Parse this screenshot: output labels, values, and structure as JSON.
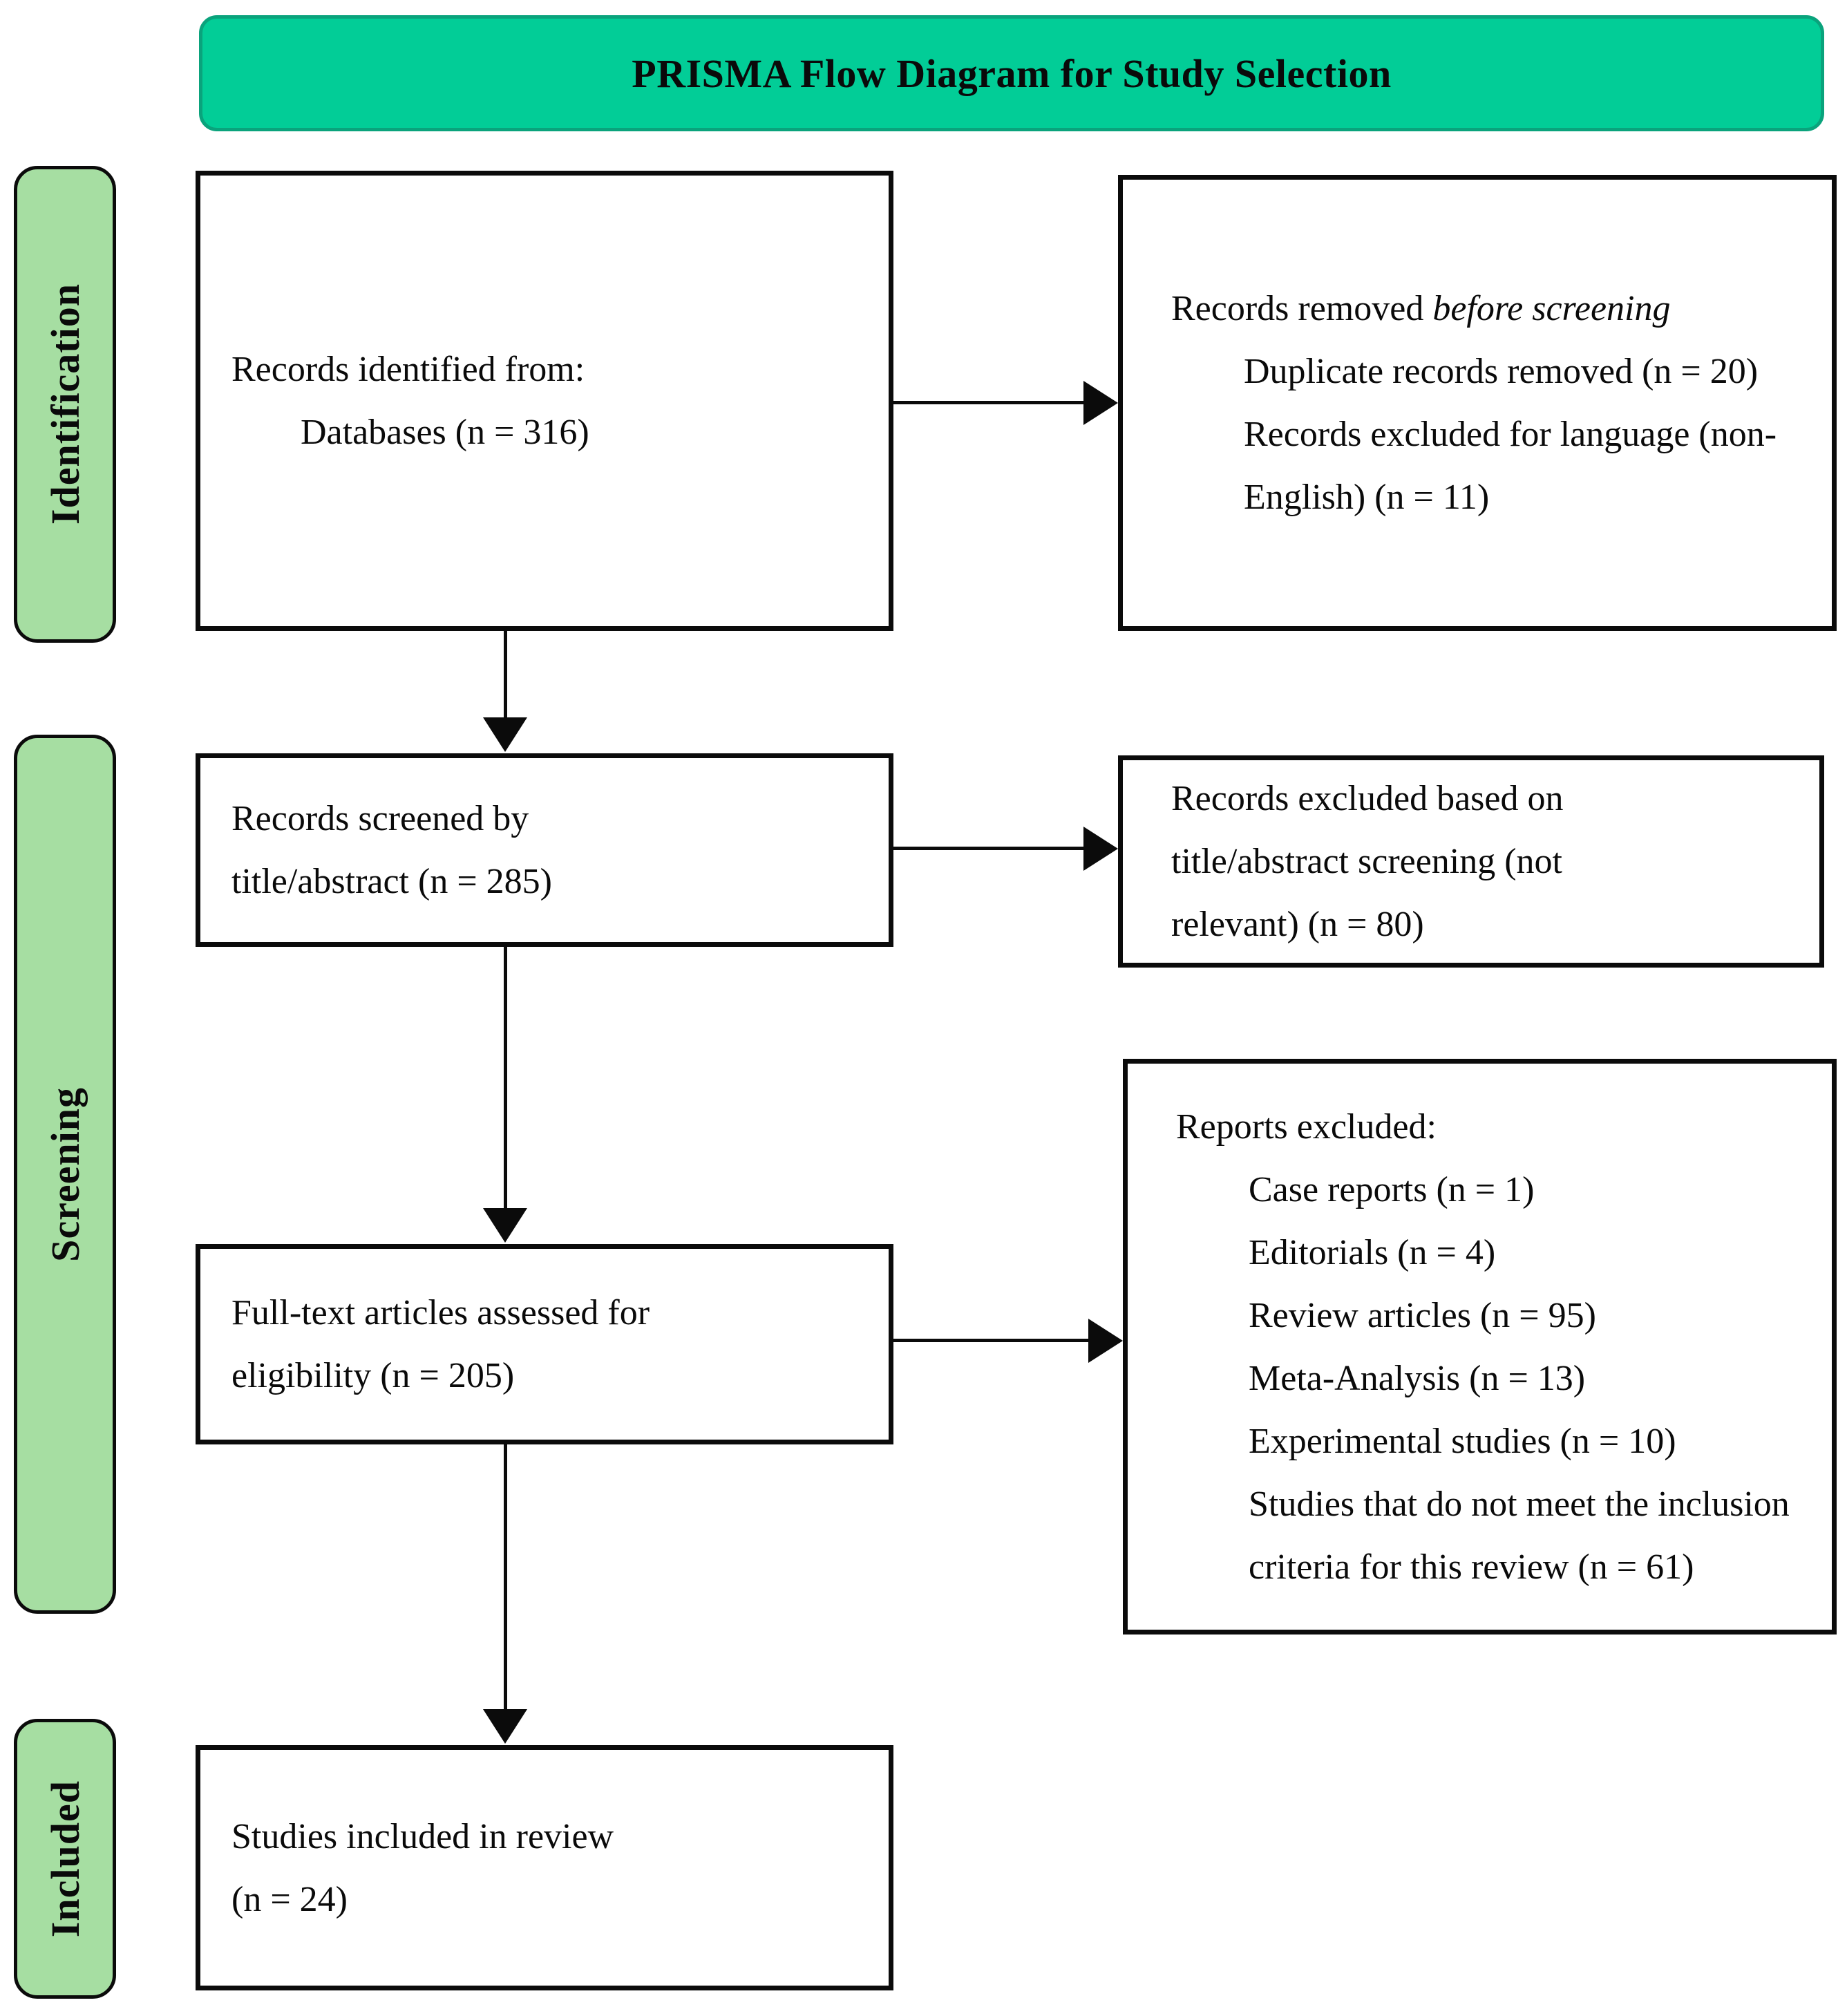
{
  "title": "PRISMA Flow Diagram for Study Selection",
  "colors": {
    "banner": "#02CD97",
    "banner_border": "#0AA37C",
    "stage": "#A6DEA2",
    "box_border": "#0B0B0B",
    "text": "#0A0A0A",
    "background": "#FFFFFF"
  },
  "stages": [
    {
      "id": "identification",
      "label": "Identification"
    },
    {
      "id": "screening",
      "label": "Screening"
    },
    {
      "id": "included",
      "label": "Included"
    }
  ],
  "boxes": {
    "identified": {
      "intro": "Records identified from:",
      "items": [
        "Databases (n = 316)"
      ]
    },
    "removed": {
      "intro": "Records removed ",
      "intro_italic": "before screening",
      "items": [
        "Duplicate records removed (n = 20)",
        "Records excluded for language (non-English) (n = 11)"
      ]
    },
    "screened": {
      "lines": [
        "Records screened by",
        "title/abstract (n = 285)"
      ]
    },
    "excluded_screening": {
      "lines": [
        "Records excluded based on",
        "title/abstract screening (not",
        "relevant) (n = 80)"
      ]
    },
    "fulltext": {
      "lines": [
        "Full-text articles assessed for",
        "eligibility (n = 205)"
      ]
    },
    "reports_excluded": {
      "header": "Reports excluded:",
      "items": [
        "Case reports (n = 1)",
        "Editorials (n = 4)",
        "Review articles (n = 95)",
        "Meta-Analysis (n = 13)",
        "Experimental studies (n = 10)",
        "Studies that do not meet the inclusion criteria for this review (n = 61)"
      ]
    },
    "included_box": {
      "lines": [
        "Studies included in review",
        "(n = 24)"
      ]
    }
  }
}
